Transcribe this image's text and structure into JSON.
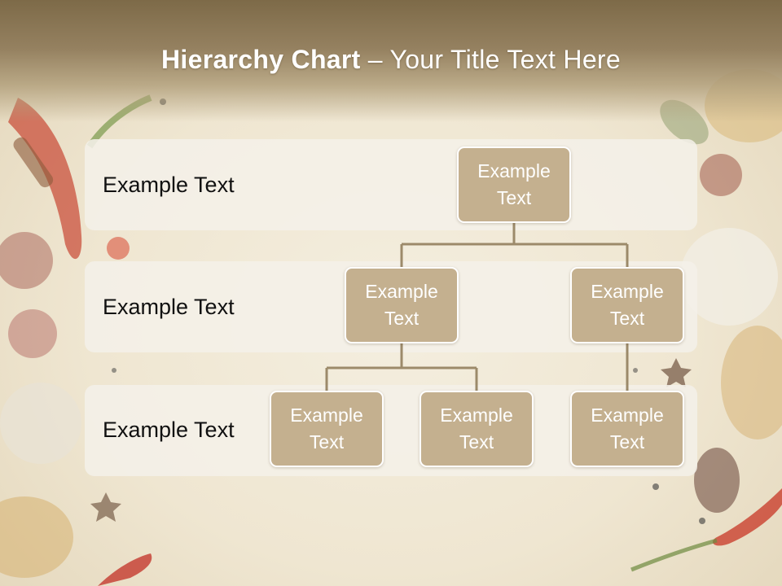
{
  "title": {
    "bold": "Hierarchy Chart",
    "rest": " – Your Title Text Here"
  },
  "levels": [
    {
      "label": "Example Text"
    },
    {
      "label": "Example Text"
    },
    {
      "label": "Example Text"
    }
  ],
  "nodes": {
    "root": "Example Text",
    "mid_left": "Example Text",
    "mid_right": "Example Text",
    "bottom_left": "Example Text",
    "bottom_center": "Example Text",
    "bottom_right": "Example Text"
  },
  "colors": {
    "node_fill": "#c4b08f",
    "connector": "#9c8a6a",
    "title_bar": "#8a7652",
    "band": "#f4f0e8"
  }
}
